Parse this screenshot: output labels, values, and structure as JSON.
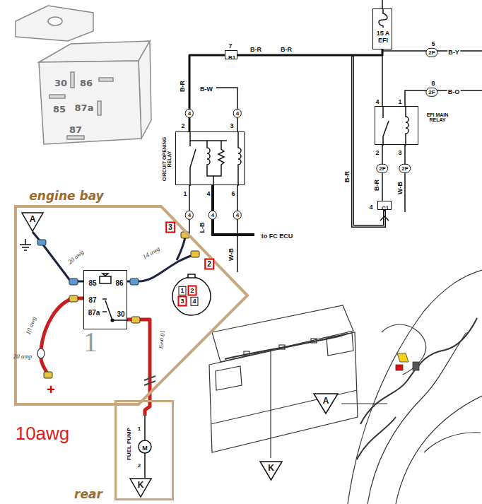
{
  "diagram": {
    "nodes": [
      {
        "text": [
          "engine bay"
        ]
      },
      {
        "text": [
          "A"
        ],
        "in": 0
      },
      {
        "text": [
          "85",
          "86",
          "87",
          "87a",
          "30"
        ],
        "in": 0
      },
      {
        "text": [
          "1",
          "2",
          "3",
          "4"
        ],
        "in": 0
      },
      {
        "text": [
          "rear"
        ]
      },
      {
        "text": [
          "FUEL PUMP",
          "M",
          "1",
          "2"
        ],
        "in": 4
      },
      {
        "text": [
          "K"
        ],
        "in": 4
      },
      {
        "text": [
          "15 A EFI"
        ]
      },
      {
        "text": [
          "EFI MAIN RELAY"
        ]
      },
      {
        "text": [
          "CIRCUIT OPENING RELAY"
        ]
      },
      {
        "text": [
          "B1"
        ]
      },
      {
        "text": [
          "C1"
        ]
      },
      {
        "text": [
          "K"
        ]
      },
      {
        "text": [
          "A"
        ]
      }
    ],
    "edges": [
      {
        "from": 2,
        "to": 5,
        "arrow": "none"
      },
      {
        "from": 5,
        "to": 6,
        "arrow": "none"
      },
      {
        "from": 1,
        "to": 2,
        "arrow": "none"
      },
      {
        "from": 7,
        "to": 10,
        "arrow": "none"
      },
      {
        "from": 10,
        "to": 9,
        "arrow": "none"
      },
      {
        "from": 7,
        "to": 8,
        "arrow": "none"
      },
      {
        "from": 8,
        "to": 11,
        "arrow": "none"
      }
    ],
    "labels": [
      "30",
      "86",
      "85",
      "87a",
      "87",
      "7",
      "B-R",
      "B-R",
      "B-W",
      "B-R",
      "4",
      "4",
      "2",
      "3",
      "5",
      "2F",
      "B-Y",
      "8",
      "2F",
      "B-O",
      "4",
      "1",
      "2",
      "3",
      "2F",
      "2F",
      "B-R",
      "B-R",
      "W-B",
      "4",
      "1",
      "4",
      "6",
      "4",
      "4",
      "4",
      "L-B",
      "W-B",
      "to FC ECU",
      "3",
      "2",
      "1",
      "20 awg",
      "14 awg",
      "10 awg",
      "20 amp",
      "10 awg",
      "+",
      "10awg"
    ]
  }
}
